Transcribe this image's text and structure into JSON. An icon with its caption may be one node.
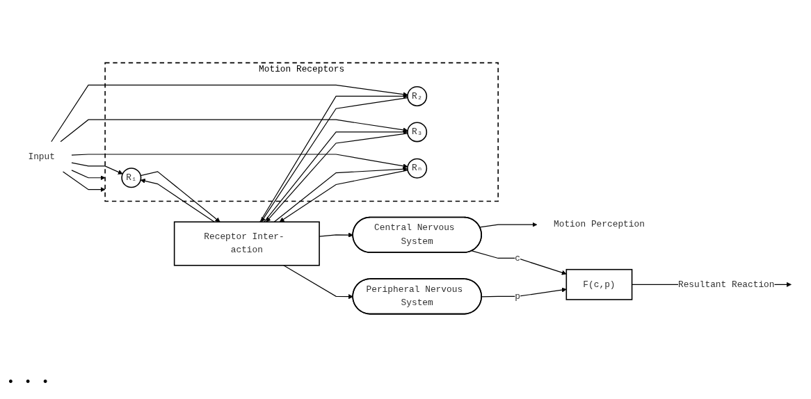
{
  "diagram": {
    "nodes": [
      {
        "text": [
          "Input"
        ]
      },
      {
        "text": [
          "Motion Receptors"
        ]
      },
      {
        "text": [
          "R₁"
        ],
        "in": 1
      },
      {
        "text": [
          "R₂"
        ],
        "in": 1
      },
      {
        "text": [
          "R₃"
        ],
        "in": 1
      },
      {
        "text": [
          "Rₙ"
        ],
        "in": 1
      },
      {
        "text": [
          "Receptor Inter- action"
        ]
      },
      {
        "text": [
          "Motion Perception"
        ]
      },
      {
        "text": [
          "Central Nervous System"
        ]
      },
      {
        "text": [
          "Peripheral Nervous System"
        ]
      },
      {
        "text": [
          "F(c,p)"
        ]
      }
    ],
    "edges": [
      {
        "from": 0,
        "to": 2,
        "arrow": "to"
      },
      {
        "from": 0,
        "to": 3,
        "arrow": "to"
      },
      {
        "from": 0,
        "to": 4,
        "arrow": "to"
      },
      {
        "from": 0,
        "to": 1,
        "arrow": "to"
      },
      {
        "from": 0,
        "to": 1,
        "arrow": "to"
      },
      {
        "from": 0,
        "to": 5,
        "arrow": "to"
      },
      {
        "from": 2,
        "to": 6,
        "arrow": "to"
      },
      {
        "from": 6,
        "to": 2,
        "arrow": "to"
      },
      {
        "from": 3,
        "to": 6,
        "arrow": "to"
      },
      {
        "from": 6,
        "to": 3,
        "arrow": "to"
      },
      {
        "from": 4,
        "to": 6,
        "arrow": "to"
      },
      {
        "from": 6,
        "to": 4,
        "arrow": "to"
      },
      {
        "from": 5,
        "to": 6,
        "arrow": "to"
      },
      {
        "from": 6,
        "to": 5,
        "arrow": "to"
      },
      {
        "from": 6,
        "to": 8,
        "arrow": "to"
      },
      {
        "from": 6,
        "to": 9,
        "arrow": "to"
      },
      {
        "from": 8,
        "to": 7,
        "arrow": "to"
      },
      {
        "from": 8,
        "to": 10,
        "label": "c",
        "arrow": "to"
      },
      {
        "from": 9,
        "to": 10,
        "label": "p",
        "arrow": "to"
      },
      {
        "from": 10,
        "to": null,
        "label": "Resultant Reaction",
        "arrow": "to"
      }
    ],
    "labels": [
      "•",
      "•",
      "•"
    ]
  }
}
